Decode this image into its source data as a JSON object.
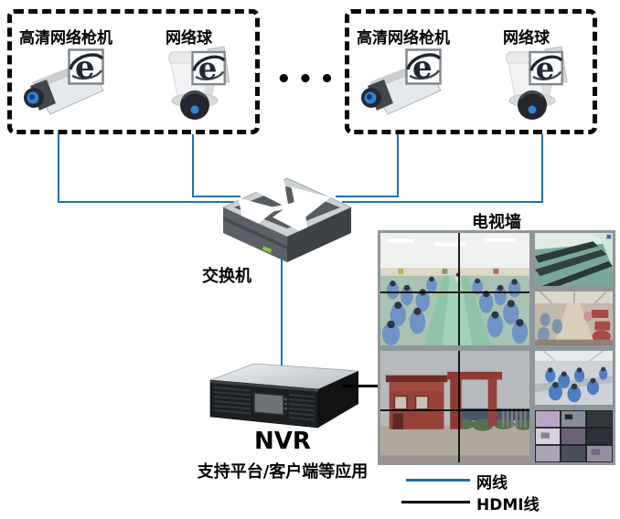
{
  "colors": {
    "network_line": "#1F72AD",
    "hdmi_line": "#000000",
    "lens_blue": "#2F86D6",
    "led_green": "#8DC63F"
  },
  "groups": [
    {
      "bullet_label": "高清网络枪机",
      "dome_label": "网络球"
    },
    {
      "bullet_label": "高清网络枪机",
      "dome_label": "网络球"
    }
  ],
  "ellipsis": "•••",
  "switch": {
    "label": "交换机"
  },
  "nvr": {
    "label": "NVR",
    "subtitle": "支持平台/客户端等应用"
  },
  "tv_wall": {
    "title": "电视墙",
    "feeds": [
      {
        "name": "factory-floor-wide",
        "span": "2x2"
      },
      {
        "name": "production-line",
        "span": "1x1"
      },
      {
        "name": "garment-workshop",
        "span": "1x1"
      },
      {
        "name": "factory-gate",
        "span": "2x2"
      },
      {
        "name": "assembly-room",
        "span": "1x1"
      },
      {
        "name": "multi-view-montage",
        "span": "1x1"
      }
    ]
  },
  "legend": [
    {
      "label": "网线",
      "color": "#1F72AD"
    },
    {
      "label": "HDMI线",
      "color": "#000000"
    }
  ],
  "icons": {
    "bullet_camera": "bullet-camera-icon",
    "dome_camera": "dome-camera-icon",
    "browser_badge": "ie-e-badge-icon",
    "switch": "ethernet-switch-icon",
    "nvr": "nvr-rack-icon"
  }
}
